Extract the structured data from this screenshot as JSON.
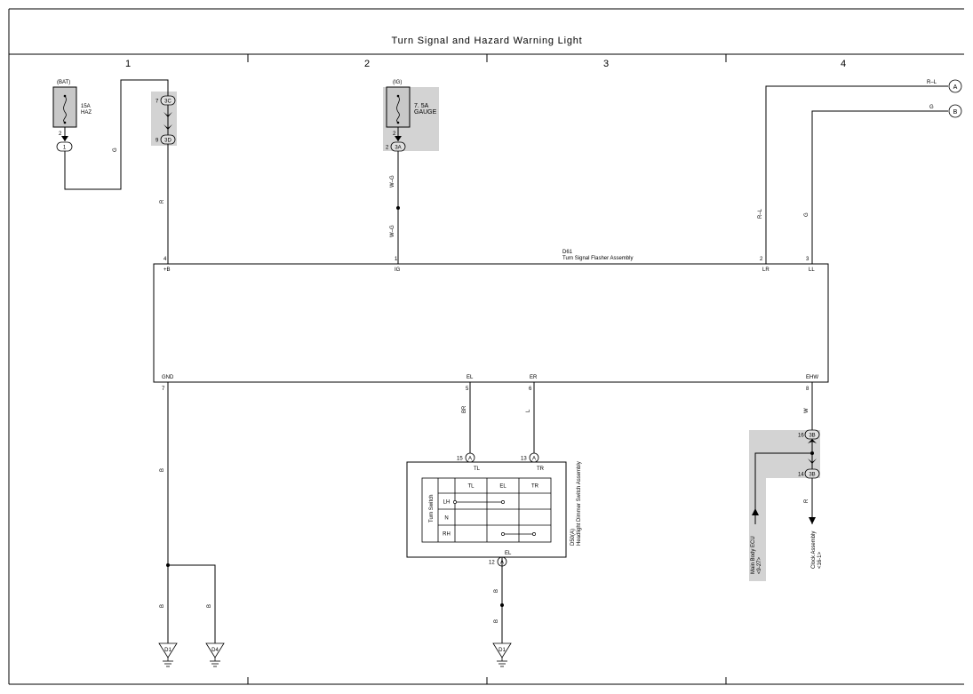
{
  "title": "Turn Signal and Hazard Warning Light",
  "columns": [
    "1",
    "2",
    "3",
    "4"
  ],
  "fuses": {
    "bat": {
      "source": "(BAT)",
      "rating": "15A",
      "name": "HAZ",
      "pin": "2",
      "conn": "1"
    },
    "ig": {
      "source": "(IG)",
      "rating": "7. 5A",
      "name": "GAUGE",
      "pin": "2",
      "conn_pin": "2",
      "conn": "3A"
    }
  },
  "junctions": {
    "j3c": {
      "pin": "7",
      "label": "3C"
    },
    "j3d": {
      "pin": "9",
      "label": "3D"
    },
    "j3b_top": {
      "pin": "16",
      "label": "3B"
    },
    "j3b_bot": {
      "pin": "14",
      "label": "3B"
    }
  },
  "wires": {
    "g": "G",
    "r": "R",
    "wg1": "W–G",
    "wg2": "W–G",
    "rl_v": "R–L",
    "g_v": "G",
    "rl_h": "R–L",
    "g_h": "G",
    "b1": "B",
    "b2": "B",
    "b3": "B",
    "br": "BR",
    "l": "L",
    "w": "W",
    "r2": "R",
    "b4": "B",
    "b5": "B"
  },
  "offpage": {
    "a": "A",
    "b": "B"
  },
  "flasher": {
    "id": "D61",
    "name": "Turn Signal Flasher Assembly",
    "pins_top": [
      {
        "num": "4",
        "label": "+B"
      },
      {
        "num": "1",
        "label": "IG"
      },
      {
        "num": "2",
        "label": "LR"
      },
      {
        "num": "3",
        "label": "LL"
      }
    ],
    "pins_bottom": [
      {
        "num": "7",
        "label": "GND"
      },
      {
        "num": "5",
        "label": "EL"
      },
      {
        "num": "6",
        "label": "ER"
      },
      {
        "num": "8",
        "label": "EHW"
      }
    ]
  },
  "switch": {
    "id": "D50(A)",
    "name": "Headlight Dimmer Switch Assembly",
    "subtitle": "Turn Switch",
    "headers": [
      "TL",
      "EL",
      "TR"
    ],
    "rows": [
      "LH",
      "N",
      "RH"
    ],
    "pin_tl": "15",
    "pin_tr": "13",
    "conn": "A",
    "label_tl": "TL",
    "label_tr": "TR",
    "pin_el": "12",
    "label_el": "EL"
  },
  "grounds": [
    "D1",
    "D4",
    "D1"
  ],
  "destinations": {
    "ecu": {
      "name": "Main Body ECU",
      "ref": "<9-27>"
    },
    "clock": {
      "name": "Clock Assembly",
      "ref": "<16-1>"
    }
  }
}
